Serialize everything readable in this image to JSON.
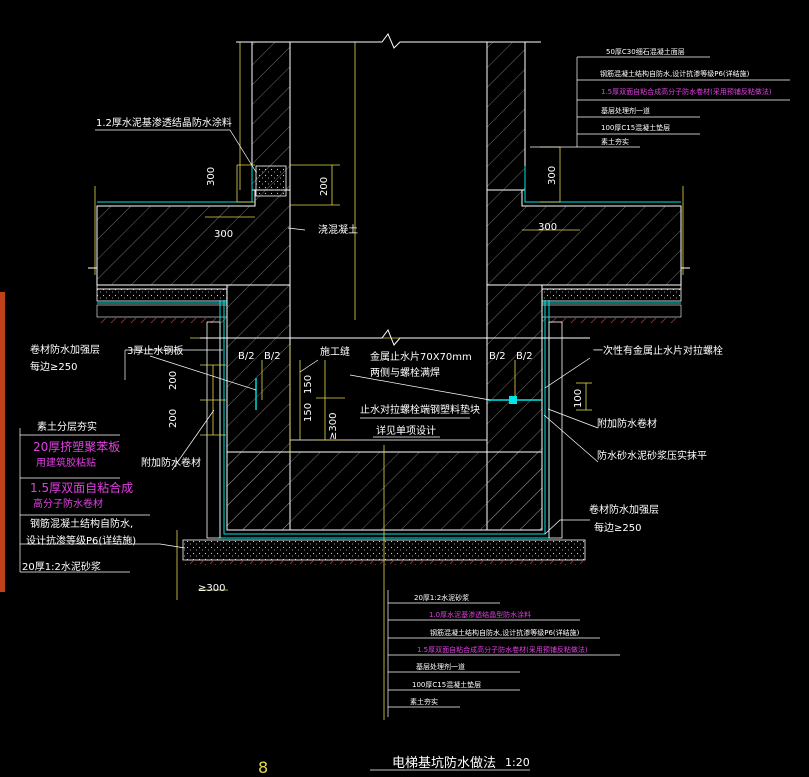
{
  "title": "电梯基坑防水做法",
  "scale": "1:20",
  "sheet_number": "8",
  "colors": {
    "background": "#000000",
    "concrete_line": "#ffffff",
    "waterproof_line": "#00e5e5",
    "dimension_line": "#e5d84a",
    "highlight_text": "#e040e0",
    "soil_hatch": "#d02020",
    "leader_line": "#ffffff"
  },
  "top_right_layers": [
    {
      "text": "50厚C30细石混凝土面层",
      "magenta": false
    },
    {
      "text": "钢筋混凝土结构自防水,设计抗渗等级P6(详结施)",
      "magenta": false
    },
    {
      "text": "1.5厚双面自粘合成高分子防水卷材(采用预铺反粘做法)",
      "magenta": true
    },
    {
      "text": "基层处理剂一道",
      "magenta": false
    },
    {
      "text": "100厚C15混凝土垫层",
      "magenta": false
    },
    {
      "text": "素土夯实",
      "magenta": false
    }
  ],
  "bottom_layers": [
    {
      "text": "20厚1:2水泥砂浆",
      "magenta": false
    },
    {
      "text": "1.0厚水泥基渗透结晶型防水涂料",
      "magenta": true
    },
    {
      "text": "钢筋混凝土结构自防水,设计抗渗等级P6(详结施)",
      "magenta": false
    },
    {
      "text": "1.5厚双面自粘合成高分子防水卷材(采用预铺反粘做法)",
      "magenta": true
    },
    {
      "text": "基层处理剂一道",
      "magenta": false
    },
    {
      "text": "100厚C15混凝土垫层",
      "magenta": false
    },
    {
      "text": "素土夯实",
      "magenta": false
    }
  ],
  "left_layers": [
    {
      "text": "素土分层夯实",
      "magenta": false
    },
    {
      "text": "20厚挤塑聚苯板",
      "magenta": true
    },
    {
      "text": "用建筑胶粘贴",
      "magenta": true
    },
    {
      "text": "1.5厚双面自粘合成",
      "magenta": true
    },
    {
      "text": "高分子防水卷材",
      "magenta": true
    },
    {
      "text": "钢筋混凝土结构自防水,",
      "magenta": false
    },
    {
      "text": "设计抗渗等级P6(详结施)",
      "magenta": false
    },
    {
      "text": "20厚1:2水泥砂浆",
      "magenta": false
    }
  ],
  "labels": {
    "coating": "1.2厚水泥基渗透结晶防水涂料",
    "pour_concrete": "浇混凝土",
    "reinforce_corner_1": "卷材防水加强层",
    "reinforce_corner_2": "每边≥250",
    "steel_plate": "3厚止水钢板",
    "b2_a": "B/2",
    "b2_b": "B/2",
    "b2_c": "B/2",
    "b2_d": "B/2",
    "construction_joint": "施工缝",
    "metal_waterstop_1": "金属止水片70X70mm",
    "metal_waterstop_2": "两侧与螺栓满焊",
    "bolt_pad": "止水对拉螺栓端钢塑料垫块",
    "see_project": "详见单项设计",
    "one_time_bolt": "一次性有金属止水片对拉螺栓",
    "extra_membrane_right": "附加防水卷材",
    "mortar_fill": "防水砂水泥砂浆压实抹平",
    "extra_membrane_left": "附加防水卷材",
    "reinforce_bottom_1": "卷材防水加强层",
    "reinforce_bottom_2": "每边≥250"
  },
  "dimensions": {
    "d300_top_left": "300",
    "d200_top": "200",
    "d300_horiz_left": "300",
    "d300_horiz_right": "300",
    "d300_right_vert": "300",
    "d200_left_a": "200",
    "d200_left_b": "200",
    "d150_a": "150",
    "d150_b": "150",
    "d300_pit": "≥300",
    "d100_right": "100",
    "d300_bottom": "≥300"
  }
}
